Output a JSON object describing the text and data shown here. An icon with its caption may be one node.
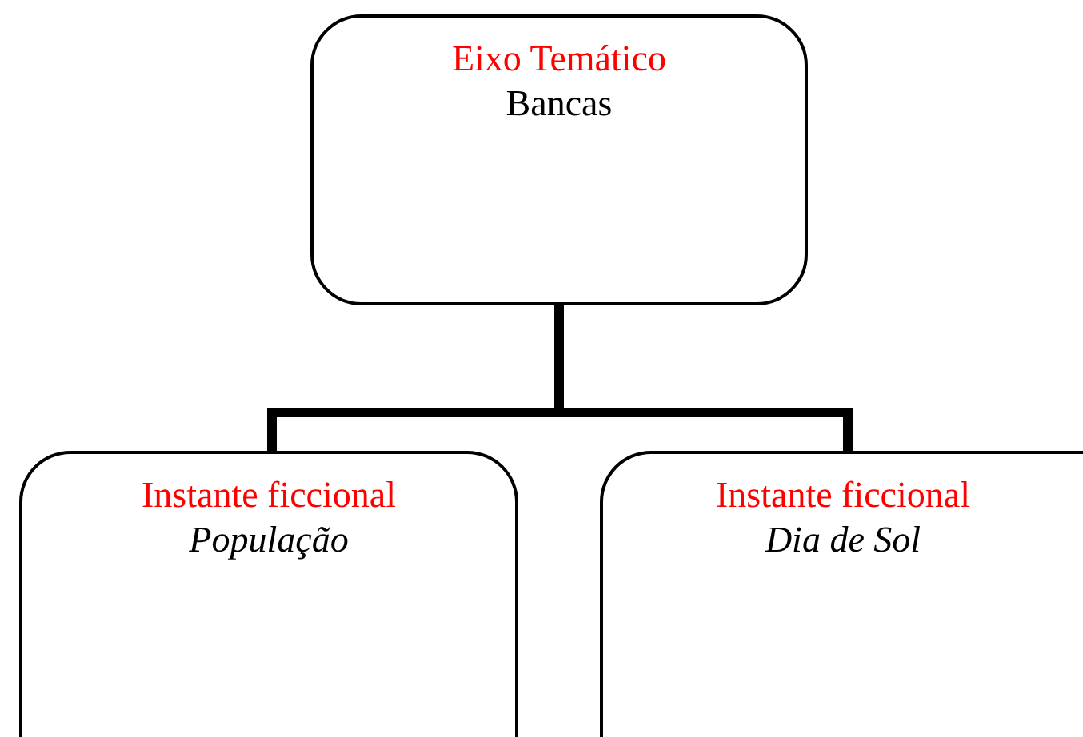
{
  "diagram": {
    "nodes": [
      {
        "text": [
          "Eixo Temático",
          "Bancas"
        ]
      },
      {
        "text": [
          "Instante ficcional",
          "População"
        ]
      },
      {
        "text": [
          "Instante ficcional",
          "Dia de Sol"
        ]
      }
    ],
    "edges": [
      {
        "from": 0,
        "to": 1,
        "arrow": "none"
      },
      {
        "from": 0,
        "to": 2,
        "arrow": "none"
      }
    ]
  }
}
